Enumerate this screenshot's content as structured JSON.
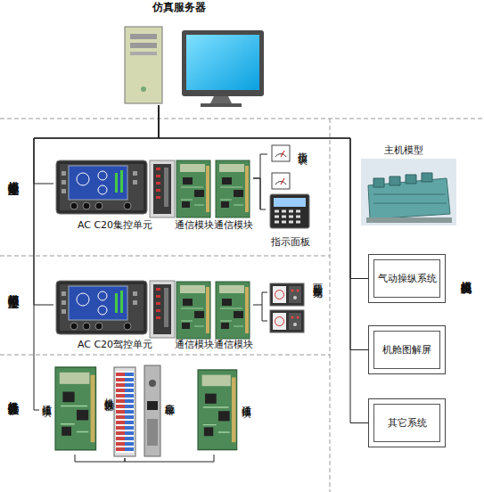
{
  "diagram": {
    "nodes": [
      {
        "text": [
          "仿真服务器"
        ]
      },
      {
        "text": [
          "模拟集控室"
        ]
      },
      {
        "text": [
          "AC C20集控单元"
        ],
        "in": 1
      },
      {
        "text": [
          "通信模块"
        ],
        "in": 1
      },
      {
        "text": [
          "通信模块"
        ],
        "in": 1
      },
      {
        "text": [
          "指示仪表"
        ],
        "in": 1
      },
      {
        "text": [
          "指示面板"
        ],
        "in": 1
      },
      {
        "text": [
          "模拟驾控室"
        ]
      },
      {
        "text": [
          "AC C20驾控单元"
        ],
        "in": 7
      },
      {
        "text": [
          "通信模块"
        ],
        "in": 7
      },
      {
        "text": [
          "通信模块"
        ],
        "in": 7
      },
      {
        "text": [
          "两翼控制单元"
        ],
        "in": 7
      },
      {
        "text": [
          "机旁操纵位"
        ]
      },
      {
        "text": [
          "通信模块"
        ],
        "in": 12
      },
      {
        "text": [
          "机旁操纵器"
        ],
        "in": 12
      },
      {
        "text": [
          "应急车钟"
        ],
        "in": 12
      },
      {
        "text": [
          "通信模块"
        ],
        "in": 12
      },
      {
        "text": [
          "模拟机舱"
        ]
      },
      {
        "text": [
          "主机模型"
        ],
        "in": 17
      },
      {
        "text": [
          "气动操纵系统"
        ],
        "in": 17
      },
      {
        "text": [
          "机舱图解屏"
        ],
        "in": 17
      },
      {
        "text": [
          "其它系统"
        ],
        "in": 17
      }
    ],
    "edges": [
      {
        "from": 0,
        "to": 2,
        "arrow": "none"
      },
      {
        "from": 0,
        "to": 8,
        "arrow": "none"
      },
      {
        "from": 0,
        "to": 13,
        "arrow": "none"
      },
      {
        "from": 0,
        "to": 19,
        "arrow": "none"
      },
      {
        "from": 0,
        "to": 20,
        "arrow": "none"
      },
      {
        "from": 0,
        "to": 21,
        "arrow": "none"
      },
      {
        "from": 4,
        "to": 5,
        "arrow": "none"
      },
      {
        "from": 4,
        "to": 6,
        "arrow": "none"
      },
      {
        "from": 10,
        "to": 11,
        "arrow": "none"
      },
      {
        "from": 13,
        "to": 14,
        "arrow": "none"
      },
      {
        "from": 14,
        "to": 16,
        "arrow": "none"
      }
    ]
  }
}
